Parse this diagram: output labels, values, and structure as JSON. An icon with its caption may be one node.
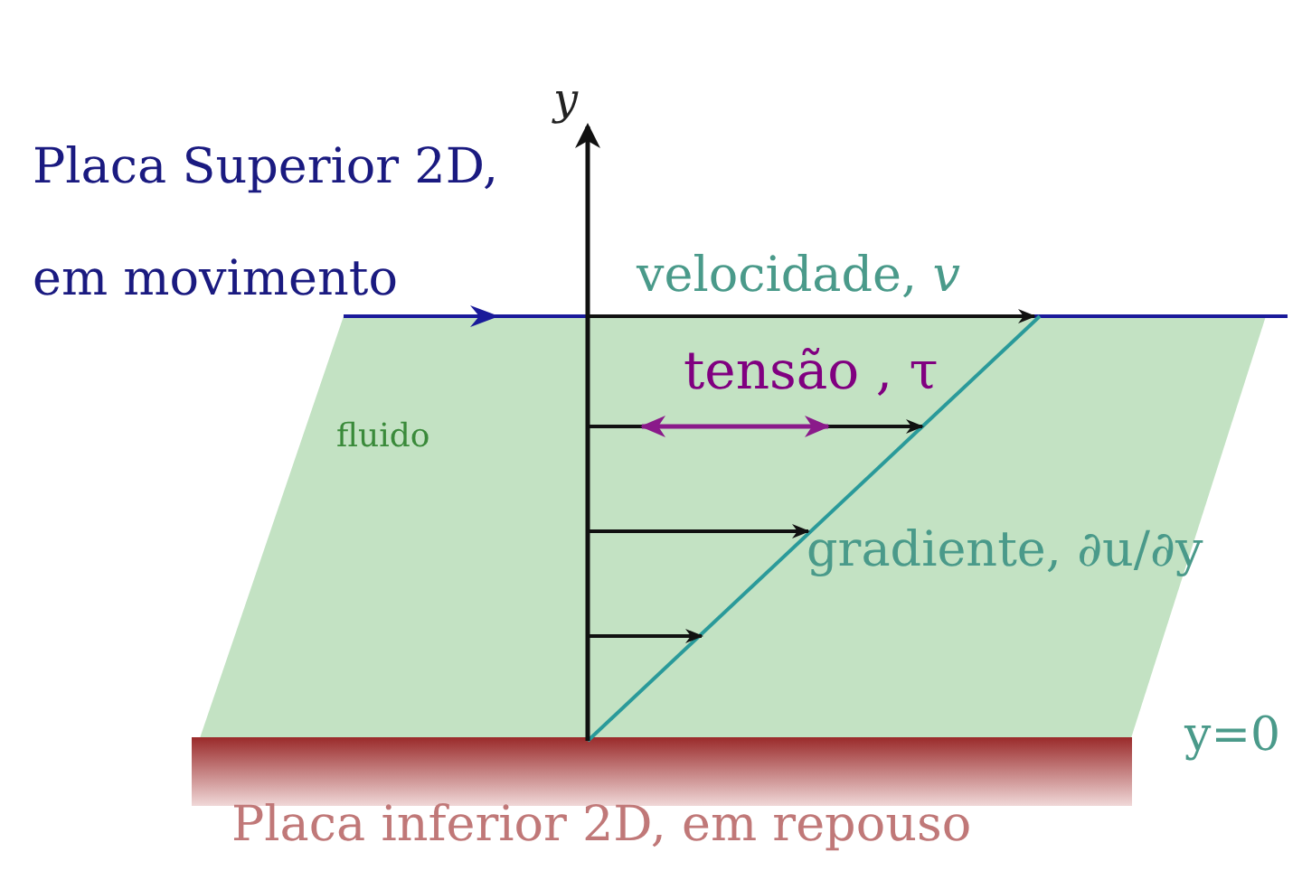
{
  "diagram": {
    "nodes": [
      {
        "text": [],
        "shape": "bar"
      }
    ],
    "labels": [
      "y",
      "Placa Superior 2D, em movimento",
      "velocidade, *v*",
      "tensão , τ",
      "fluido",
      "gradiente, ∂u/∂y",
      "y=0",
      "Placa inferior 2D, em repouso"
    ]
  }
}
